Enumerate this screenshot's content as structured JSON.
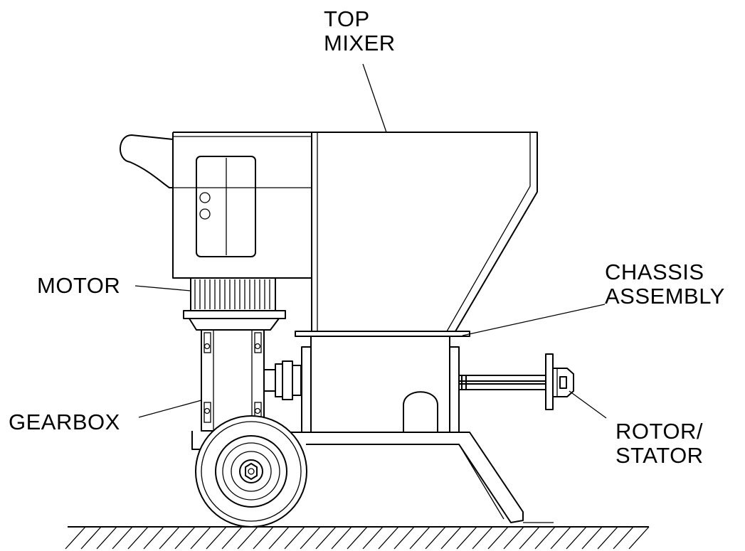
{
  "labels": {
    "top_mixer": [
      "TOP",
      "MIXER"
    ],
    "motor": "MOTOR",
    "chassis_assembly": [
      "CHASSIS",
      "ASSEMBLY"
    ],
    "gearbox": "GEARBOX",
    "rotor_stator": [
      "ROTOR/",
      "STATOR"
    ]
  },
  "colors": {
    "line": "#000000",
    "background": "#ffffff"
  }
}
